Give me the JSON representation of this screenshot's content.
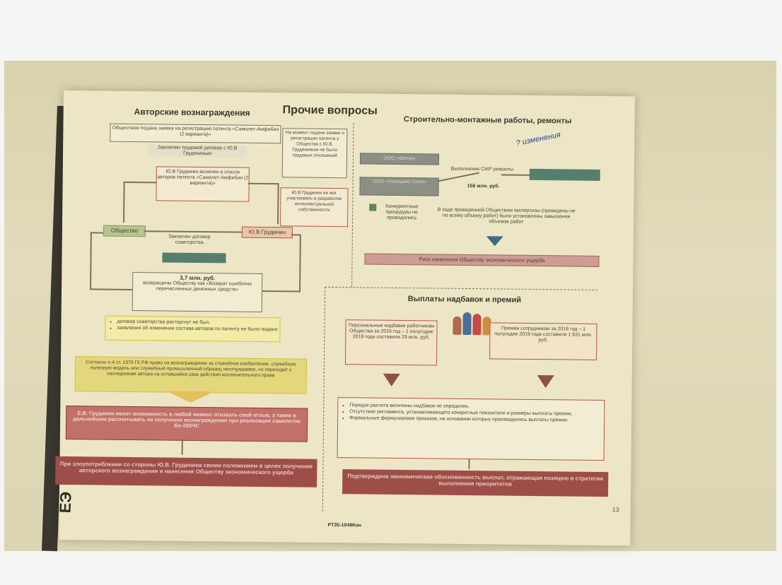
{
  "page": {
    "main_title": "Прочие вопросы",
    "page_number": "13",
    "footer_code": "РТ35-1049Кон",
    "side_mark": "ЕЭ"
  },
  "left": {
    "title": "Авторские вознаграждения",
    "box_application": "Обществом подана заявка на регистрацию патента «Самолет-Амфибия (2 варианта)»",
    "box_contract": "Заключен трудовой договор с Ю.В Грудининым",
    "box_authors": "Ю.В Грудинин включен в список авторов патента «Самолет-Амфибия (2 варианта)»",
    "note_employment": "На момент подачи заявки о регистрации патента у Общества с Ю.В. Грудининым не было трудовых отношений",
    "note_participation": "Ю.В Грудинин не мог участвовать в разработке интеллектуальной собственности",
    "society": "Общество",
    "grudinin": "Ю.В Грудинин",
    "coauthor_contract": "Заключен договор соавторства",
    "returned_amount": "3,7 млн. руб.",
    "returned_text": "возвращены Обществу как «Возврат ошибочно перечисленных денежных средств»",
    "bullets": [
      "договор соавторства расторгнут не был,",
      "заявления об изменении состава авторов по патенту не было подано"
    ],
    "law_box": "Согласно п.4 ст. 1370 ГК РФ право на вознаграждение за служебное изобретение, служебную полезную модель или служебный промышленный образец неотчуждаемо, но переходит к наследникам автора на оставшийся срок действия исключительного права",
    "red_box": "Е.В. Грудинин имеет возможность в любой момент отозвать свой отзыв, а также в дальнейшем рассчитывать на получение вознаграждения при реализации самолетов Бе-200ЧС",
    "bottom_banner": "При злоупотреблении со стороны Ю.В. Грудинина своим положением в целях получения авторского вознаграждения и нанесения Обществу экономического ущерба"
  },
  "right_top": {
    "title": "Строительно-монтажные работы, ремонты",
    "company1": "ООО «Бетон»",
    "company2": "ООО «Голицино Сити»",
    "works_text": "Выполнение СМР ремонты",
    "works_amount": "156 млн. руб.",
    "handwritten": "? изменения",
    "left_note": "Конкурентные процедуры не проводились",
    "center_note": "В ходе проведенной Обществом экспертизы (проведены не по всему объему работ) были установлены завышения объемов работ",
    "banner": "Риск нанесения Обществу экономического ущерба"
  },
  "right_bottom": {
    "title": "Выплаты надбавок и премий",
    "box_personal": "Персональные надбавки работникам Общества за 2016 год – 1 полугодие 2019 года составили 29 млн. руб.",
    "box_bonus": "Премии сотрудникам за 2016 год – 1 полугодие 2019 года составили 1 631 млн. руб.",
    "bullets": [
      "Порядок расчета величины надбавок не определен,",
      "Отсутствие регламента, устанавливающего конкретные показатели и размеры выплаты премии,",
      "Формальные формулировки приказов, на основании которых производились выплаты премии."
    ],
    "banner": "Подтверждена экономическая обоснованность выплат, отражающая позицию в стратегии выполнения приоритетов"
  }
}
